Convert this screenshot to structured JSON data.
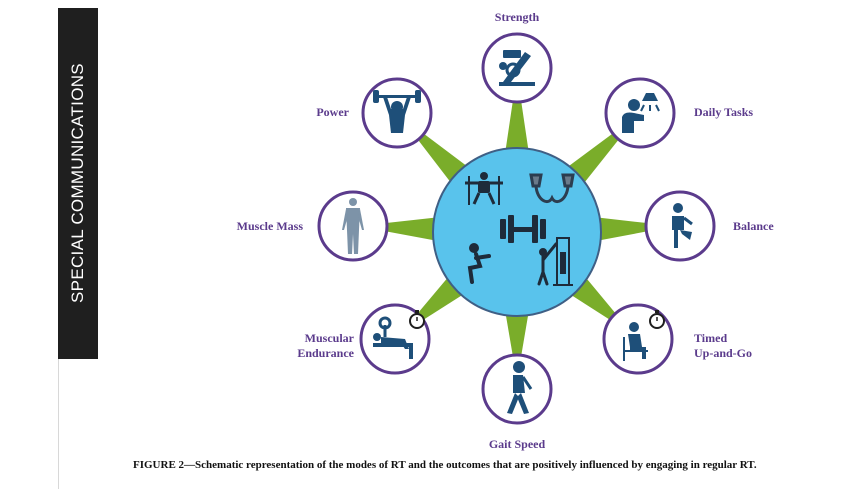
{
  "banner": {
    "text": "SPECIAL COMMUNICATIONS"
  },
  "hub": {
    "modes": [
      "squat-rack-icon",
      "resistance-bands-icon",
      "dumbbell-icon",
      "bodyweight-squat-icon",
      "cable-machine-icon"
    ]
  },
  "outcomes": [
    {
      "label": "Strength",
      "icon": "leg-press-icon"
    },
    {
      "label": "Daily Tasks",
      "icon": "showering-person-icon"
    },
    {
      "label": "Balance",
      "icon": "single-leg-balance-icon"
    },
    {
      "label": "Timed\nUp-and-Go",
      "icon": "seated-timer-icon"
    },
    {
      "label": "Gait Speed",
      "icon": "walking-person-icon"
    },
    {
      "label": "Muscular\nEndurance",
      "icon": "bench-press-timer-icon"
    },
    {
      "label": "Muscle Mass",
      "icon": "muscle-body-icon"
    },
    {
      "label": "Power",
      "icon": "overhead-lift-icon"
    }
  ],
  "colors": {
    "hub": "#59c3ec",
    "hub_stroke": "#3f5f85",
    "ring": "#5b3b8c",
    "connector": "#7aad2a",
    "icon": "#1e4f79",
    "label": "#5b3b8c"
  },
  "caption": "FIGURE 2—Schematic representation of the modes of RT and the outcomes that are positively influenced by engaging in regular RT."
}
